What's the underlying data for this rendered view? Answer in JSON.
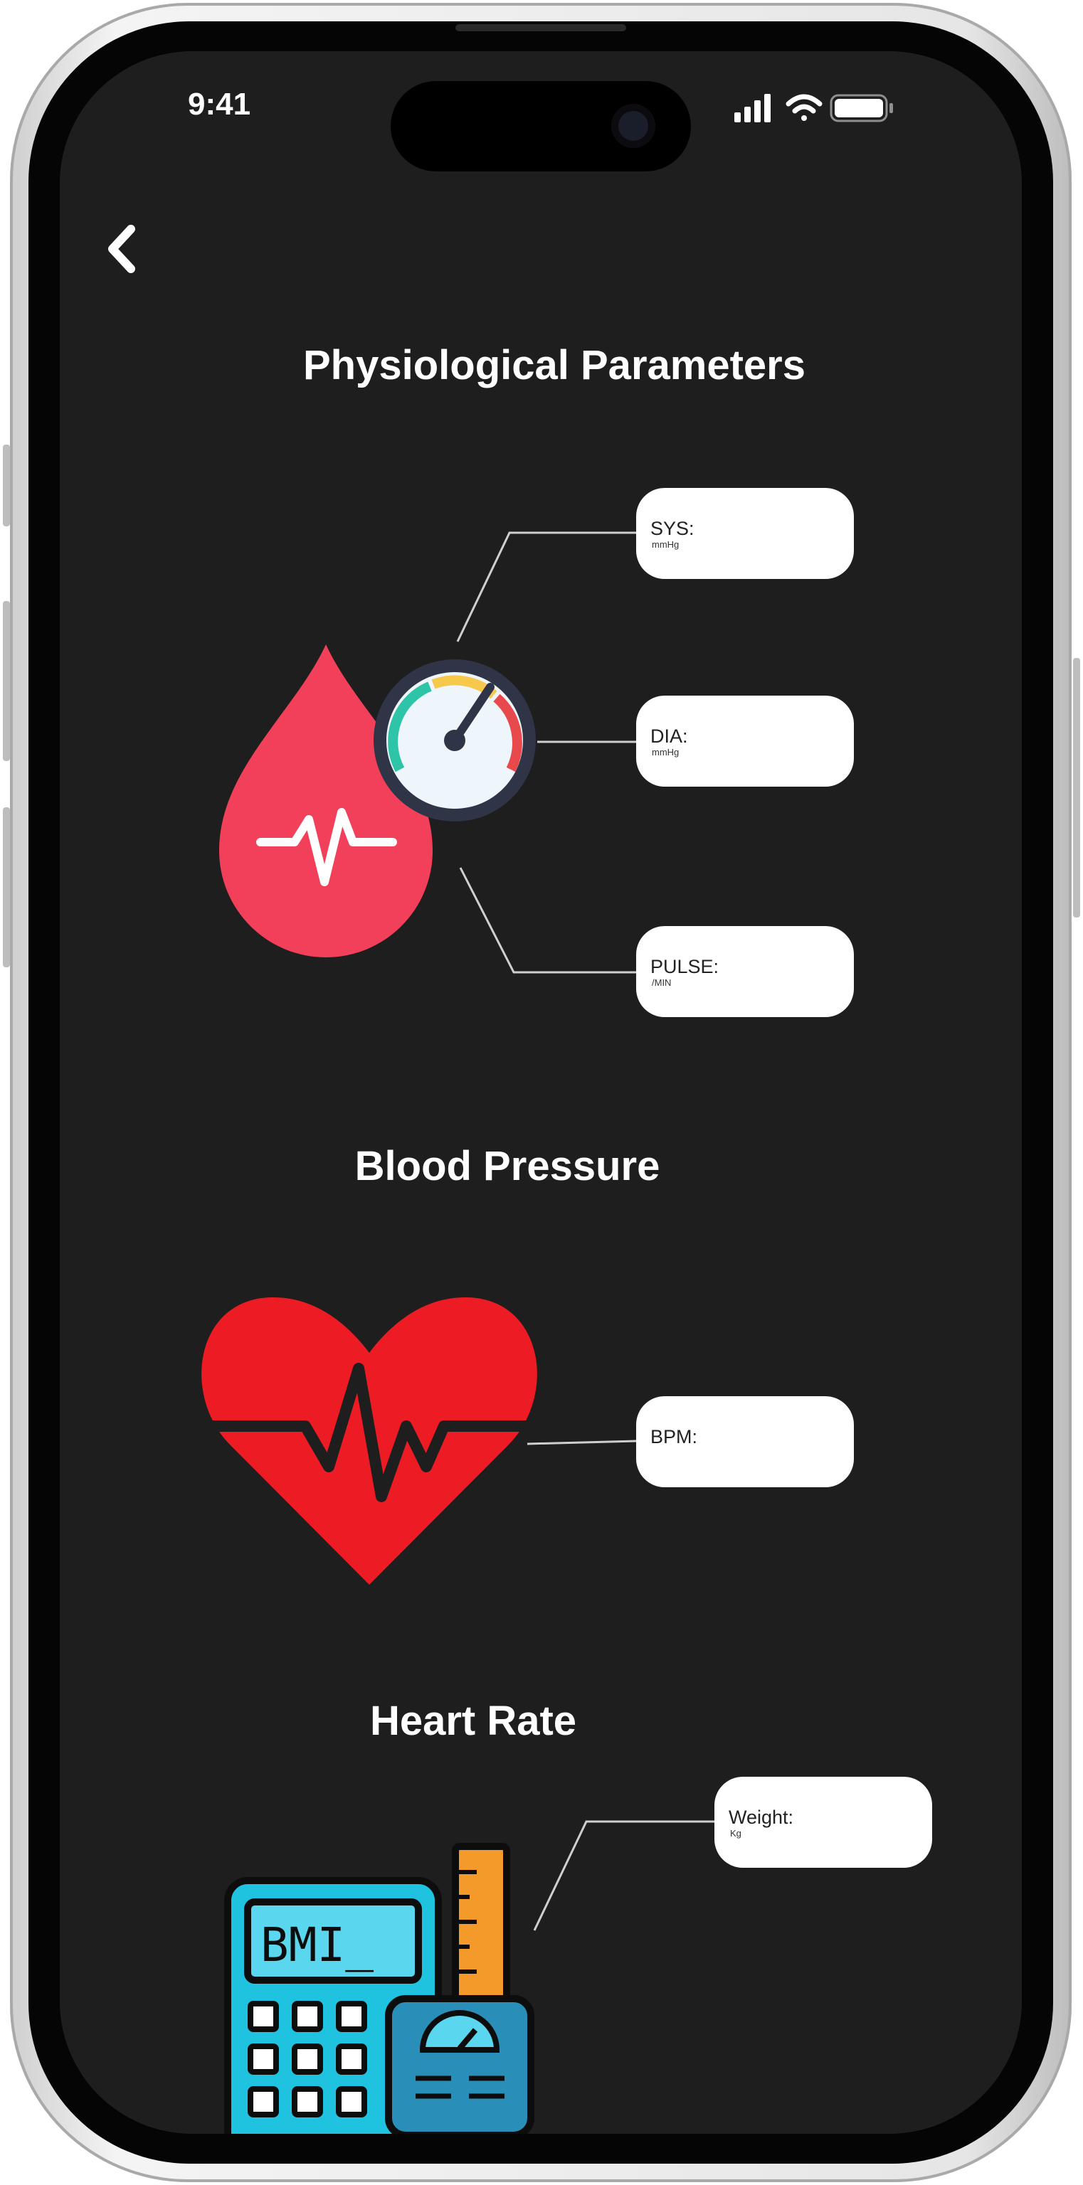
{
  "status_bar": {
    "time": "9:41"
  },
  "header": {
    "back_icon": "chevron-left-icon",
    "title": "Physiological Parameters"
  },
  "blood_pressure": {
    "label": "Blood Pressure",
    "fields": [
      {
        "label": "SYS:",
        "unit": "mmHg",
        "value": ""
      },
      {
        "label": "DIA:",
        "unit": "mmHg",
        "value": ""
      },
      {
        "label": "PULSE:",
        "unit": "/MIN",
        "value": ""
      }
    ]
  },
  "heart_rate": {
    "label": "Heart Rate",
    "fields": [
      {
        "label": "BPM:",
        "value": ""
      }
    ]
  },
  "bmi": {
    "icon_text": "BMI_",
    "fields": [
      {
        "label": "Weight:",
        "unit": "Kg",
        "value": ""
      }
    ]
  },
  "colors": {
    "background": "#1e1e1e",
    "drop": "#f2405a",
    "heart": "#ed1c24",
    "calculator": "#1fc3e0",
    "ruler": "#f39a2b"
  }
}
